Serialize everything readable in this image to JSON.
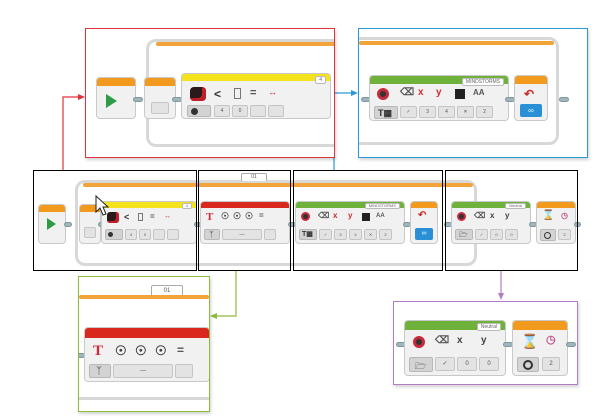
{
  "connector_colors": {
    "red": "#e0323a",
    "blue": "#2a9ad6",
    "green": "#8dbb3c",
    "purple": "#b37cc4"
  },
  "program": {
    "loop_label": "01",
    "compare_block": {
      "icon": "color-sensor-icon",
      "header_value": "4",
      "operator": "<",
      "inputs": [
        "4",
        "0"
      ],
      "mode_icon": "compare-mode-icon"
    },
    "sound_block": {
      "icon": "text-t-icon",
      "mode_icon": "person-icon",
      "value": "—"
    },
    "display_block": {
      "header": "MINDSTORMS",
      "icon": "display-icon",
      "mode_icon": "text-grid-icon",
      "inputs": [
        "✓",
        "3",
        "4",
        "✕",
        "2"
      ]
    },
    "switch_block": {
      "icon": "loop-interrupt-icon"
    },
    "image_block": {
      "header": "Neutral",
      "icon": "display-icon",
      "mode_icon": "folder-icon",
      "inputs": [
        "✓",
        "0",
        "0"
      ],
      "labels": [
        "x",
        "y"
      ]
    },
    "wait_block": {
      "icon": "hourglass-icon",
      "mode_icon": "timer-icon",
      "value": "2"
    }
  }
}
